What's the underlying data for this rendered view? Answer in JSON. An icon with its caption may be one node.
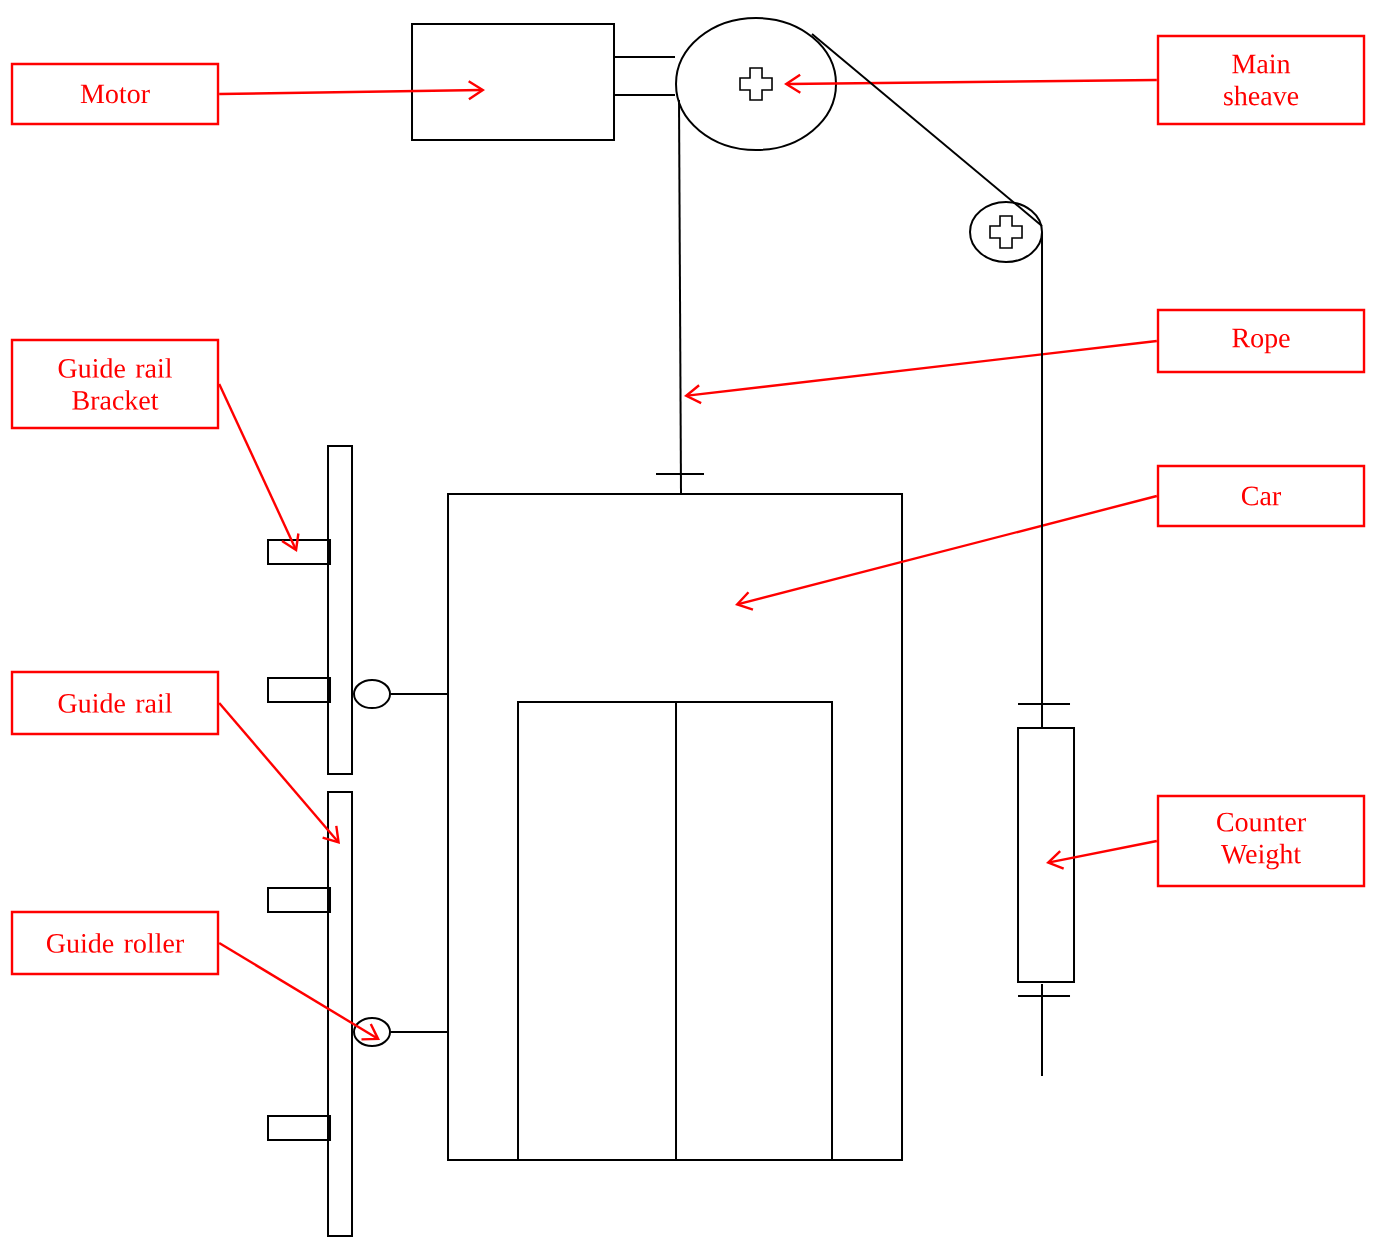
{
  "diagram": {
    "nodes": [
      {
        "text": [
          "Motor"
        ]
      },
      {
        "text": [
          "Main sheave"
        ]
      },
      {
        "text": [
          "Guide rail Bracket"
        ]
      },
      {
        "text": [
          "Rope"
        ]
      },
      {
        "text": [
          "Car"
        ]
      },
      {
        "text": [
          "Guide rail"
        ]
      },
      {
        "text": [
          "Counter Weight"
        ]
      },
      {
        "text": [
          "Guide roller"
        ]
      },
      {
        "text": [],
        "shape": "box"
      },
      {
        "text": [],
        "shape": "circle"
      },
      {
        "text": [],
        "shape": "circle"
      },
      {
        "text": [],
        "shape": "box"
      },
      {
        "text": [],
        "shape": "box"
      },
      {
        "text": [],
        "shape": "circle"
      },
      {
        "text": [],
        "shape": "bar"
      },
      {
        "text": [],
        "shape": "box"
      },
      {
        "text": [],
        "shape": "circle"
      }
    ],
    "edges": [
      {
        "from": 0,
        "to": 8,
        "arrow": "to"
      },
      {
        "from": 1,
        "to": 9,
        "arrow": "to"
      },
      {
        "from": 2,
        "to": 11,
        "arrow": "to"
      },
      {
        "from": 3,
        "to": null,
        "arrow": "to"
      },
      {
        "from": 4,
        "to": 12,
        "arrow": "to"
      },
      {
        "from": 5,
        "to": 14,
        "arrow": "to"
      },
      {
        "from": 6,
        "to": 15,
        "arrow": "to"
      },
      {
        "from": 7,
        "to": 16,
        "arrow": "to"
      },
      {
        "from": 8,
        "to": 9,
        "arrow": "none",
        "style": "thick",
        "color": "#000000"
      },
      {
        "from": 9,
        "to": 12,
        "arrow": "none",
        "color": "#000000"
      },
      {
        "from": 9,
        "to": 10,
        "arrow": "none",
        "color": "#000000"
      },
      {
        "from": 10,
        "to": 15,
        "arrow": "none",
        "color": "#000000"
      },
      {
        "from": 13,
        "to": 12,
        "arrow": "none",
        "color": "#000000"
      },
      {
        "from": 16,
        "to": 12,
        "arrow": "none",
        "color": "#000000"
      }
    ]
  }
}
